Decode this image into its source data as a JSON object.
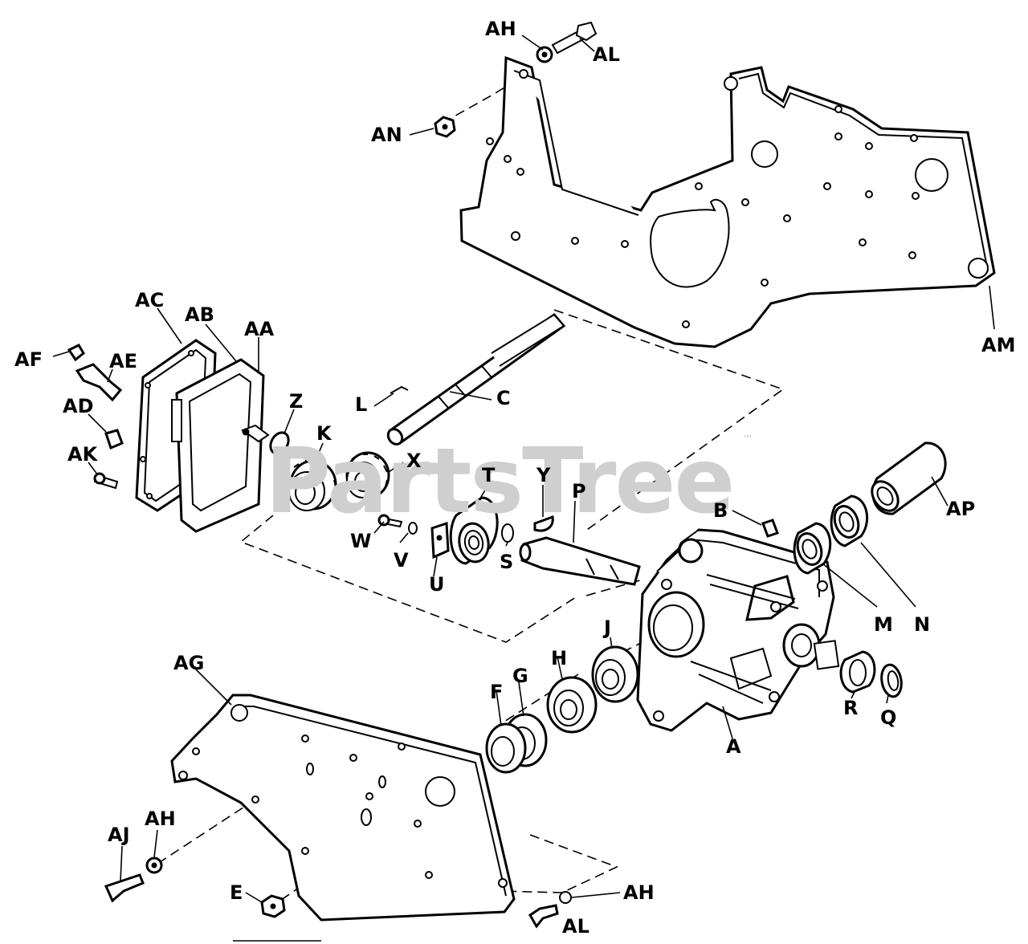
{
  "watermark": {
    "text": "PartsTree",
    "trademark": "™"
  },
  "labels": [
    {
      "id": "AH-top",
      "text": "AH"
    },
    {
      "id": "AL-top",
      "text": "AL"
    },
    {
      "id": "AN",
      "text": "AN"
    },
    {
      "id": "AM",
      "text": "AM"
    },
    {
      "id": "AC",
      "text": "AC"
    },
    {
      "id": "AB",
      "text": "AB"
    },
    {
      "id": "AA",
      "text": "AA"
    },
    {
      "id": "AF",
      "text": "AF"
    },
    {
      "id": "AE",
      "text": "AE"
    },
    {
      "id": "AD",
      "text": "AD"
    },
    {
      "id": "AK",
      "text": "AK"
    },
    {
      "id": "Z",
      "text": "Z"
    },
    {
      "id": "K",
      "text": "K"
    },
    {
      "id": "L",
      "text": "L"
    },
    {
      "id": "C",
      "text": "C"
    },
    {
      "id": "X",
      "text": "X"
    },
    {
      "id": "T",
      "text": "T"
    },
    {
      "id": "Y",
      "text": "Y"
    },
    {
      "id": "P",
      "text": "P"
    },
    {
      "id": "W",
      "text": "W"
    },
    {
      "id": "V",
      "text": "V"
    },
    {
      "id": "U",
      "text": "U"
    },
    {
      "id": "S",
      "text": "S"
    },
    {
      "id": "B",
      "text": "B"
    },
    {
      "id": "AP",
      "text": "AP"
    },
    {
      "id": "M",
      "text": "M"
    },
    {
      "id": "N",
      "text": "N"
    },
    {
      "id": "J",
      "text": "J"
    },
    {
      "id": "H",
      "text": "H"
    },
    {
      "id": "G",
      "text": "G"
    },
    {
      "id": "F",
      "text": "F"
    },
    {
      "id": "R",
      "text": "R"
    },
    {
      "id": "Q",
      "text": "Q"
    },
    {
      "id": "A",
      "text": "A"
    },
    {
      "id": "AG",
      "text": "AG"
    },
    {
      "id": "AJ",
      "text": "AJ"
    },
    {
      "id": "AH-left",
      "text": "AH"
    },
    {
      "id": "E",
      "text": "E"
    },
    {
      "id": "AH-bottom",
      "text": "AH"
    },
    {
      "id": "AL-bottom",
      "text": "AL"
    }
  ]
}
